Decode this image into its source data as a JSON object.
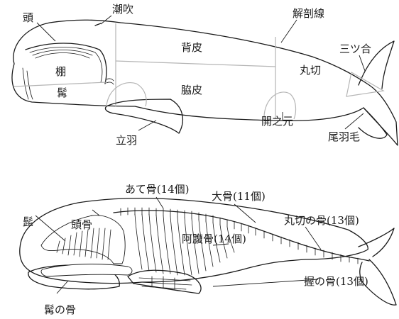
{
  "top_diagram": {
    "labels": {
      "head": "頭",
      "blowhole": "潮吹",
      "dissection_line": "解剖線",
      "baleen": "棚",
      "back_skin": "背皮",
      "tail_junction": "三ツ合",
      "round_cut": "丸切",
      "jaw": "髯",
      "flank_skin": "脇皮",
      "flipper": "立羽",
      "genital_area": "開之元",
      "tail_fluke": "尾羽毛"
    }
  },
  "bottom_diagram": {
    "labels": {
      "ribs": "あて骨(14個)",
      "large_bones": "大骨(11個)",
      "baleen": "髭",
      "skull": "頭骨",
      "round_cut_bones": "丸切の骨(13個)",
      "abdominal_bones": "阿腹骨(14個)",
      "grip_bones": "握の骨(13個)",
      "jaw_bone": "髯の骨"
    }
  }
}
